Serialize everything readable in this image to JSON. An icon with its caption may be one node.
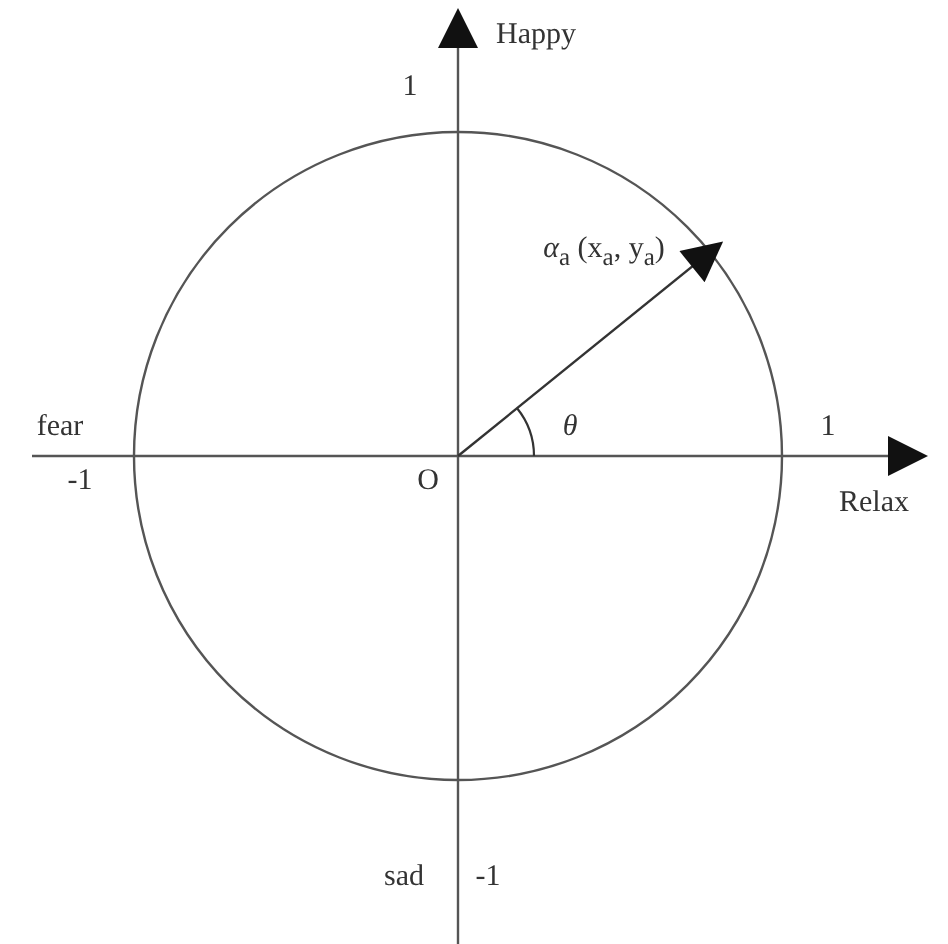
{
  "diagram": {
    "labels": [
      "1",
      "Happy",
      "*α*$_{a}$ (x$_{a}$, y$_{a}$)",
      "fear",
      "θ",
      "1",
      "-1",
      "O",
      "Relax",
      "sad",
      "-1"
    ]
  }
}
